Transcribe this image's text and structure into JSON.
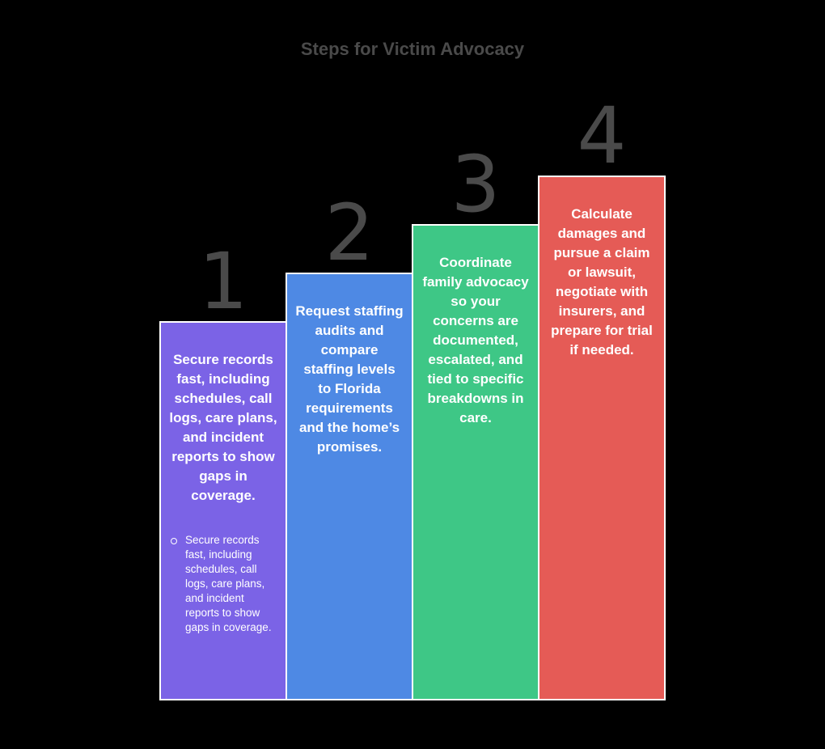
{
  "title": "Steps for Victim Advocacy",
  "colors": {
    "step1": "#7b63e6",
    "step2": "#4e89e4",
    "step3": "#3ec786",
    "step4": "#e55b56",
    "number": "#4a4a4a",
    "title": "#4a4a4a",
    "background": "#000000"
  },
  "steps": [
    {
      "number": "1",
      "text": "Secure records fast, including schedules, call logs, care plans, and incident reports to show gaps in coverage.",
      "bullets": [
        "Secure records fast, including schedules, call logs, care plans, and incident reports to show gaps in coverage."
      ]
    },
    {
      "number": "2",
      "text": "Request staffing audits and compare staffing levels to Florida requirements and the home’s promises."
    },
    {
      "number": "3",
      "text": "Coordinate family advocacy so your concerns are documented, escalated, and tied to specific breakdowns in care."
    },
    {
      "number": "4",
      "text": "Calculate damages and pursue a claim or lawsuit, negotiate with insurers, and prepare for trial if needed."
    }
  ]
}
